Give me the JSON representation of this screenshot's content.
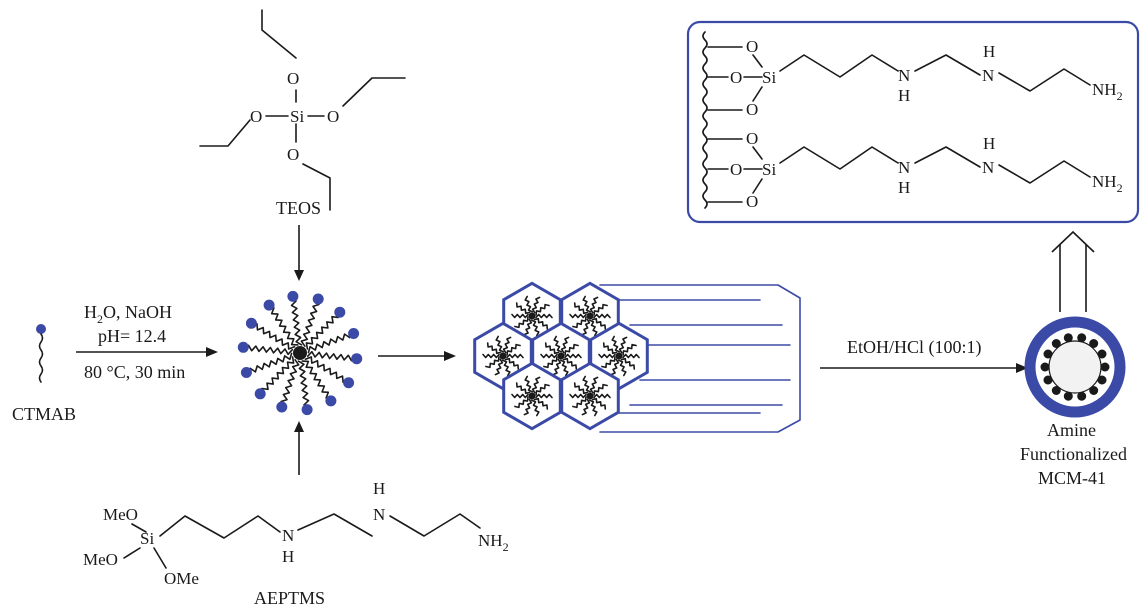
{
  "labels": {
    "teos": "TEOS",
    "ctmab": "CTMAB",
    "aeptms": "AEPTMS",
    "product_line1": "Amine",
    "product_line2": "Functionalized",
    "product_line3": "MCM-41"
  },
  "conditions": {
    "step1_line1": "H2O, NaOH",
    "step1_line2": "pH= 12.4",
    "step1_line3": "80 °C, 30 min",
    "step3": "EtOH/HCl (100:1)"
  },
  "atoms": {
    "O": "O",
    "Si": "Si",
    "N": "N",
    "H": "H",
    "NH": "NH",
    "sub2": "2",
    "MeO": "MeO",
    "OMe": "OMe"
  },
  "colors": {
    "accent": "#3b4aa6",
    "ink": "#1a1a1a",
    "pore": "#f2f2f2"
  }
}
